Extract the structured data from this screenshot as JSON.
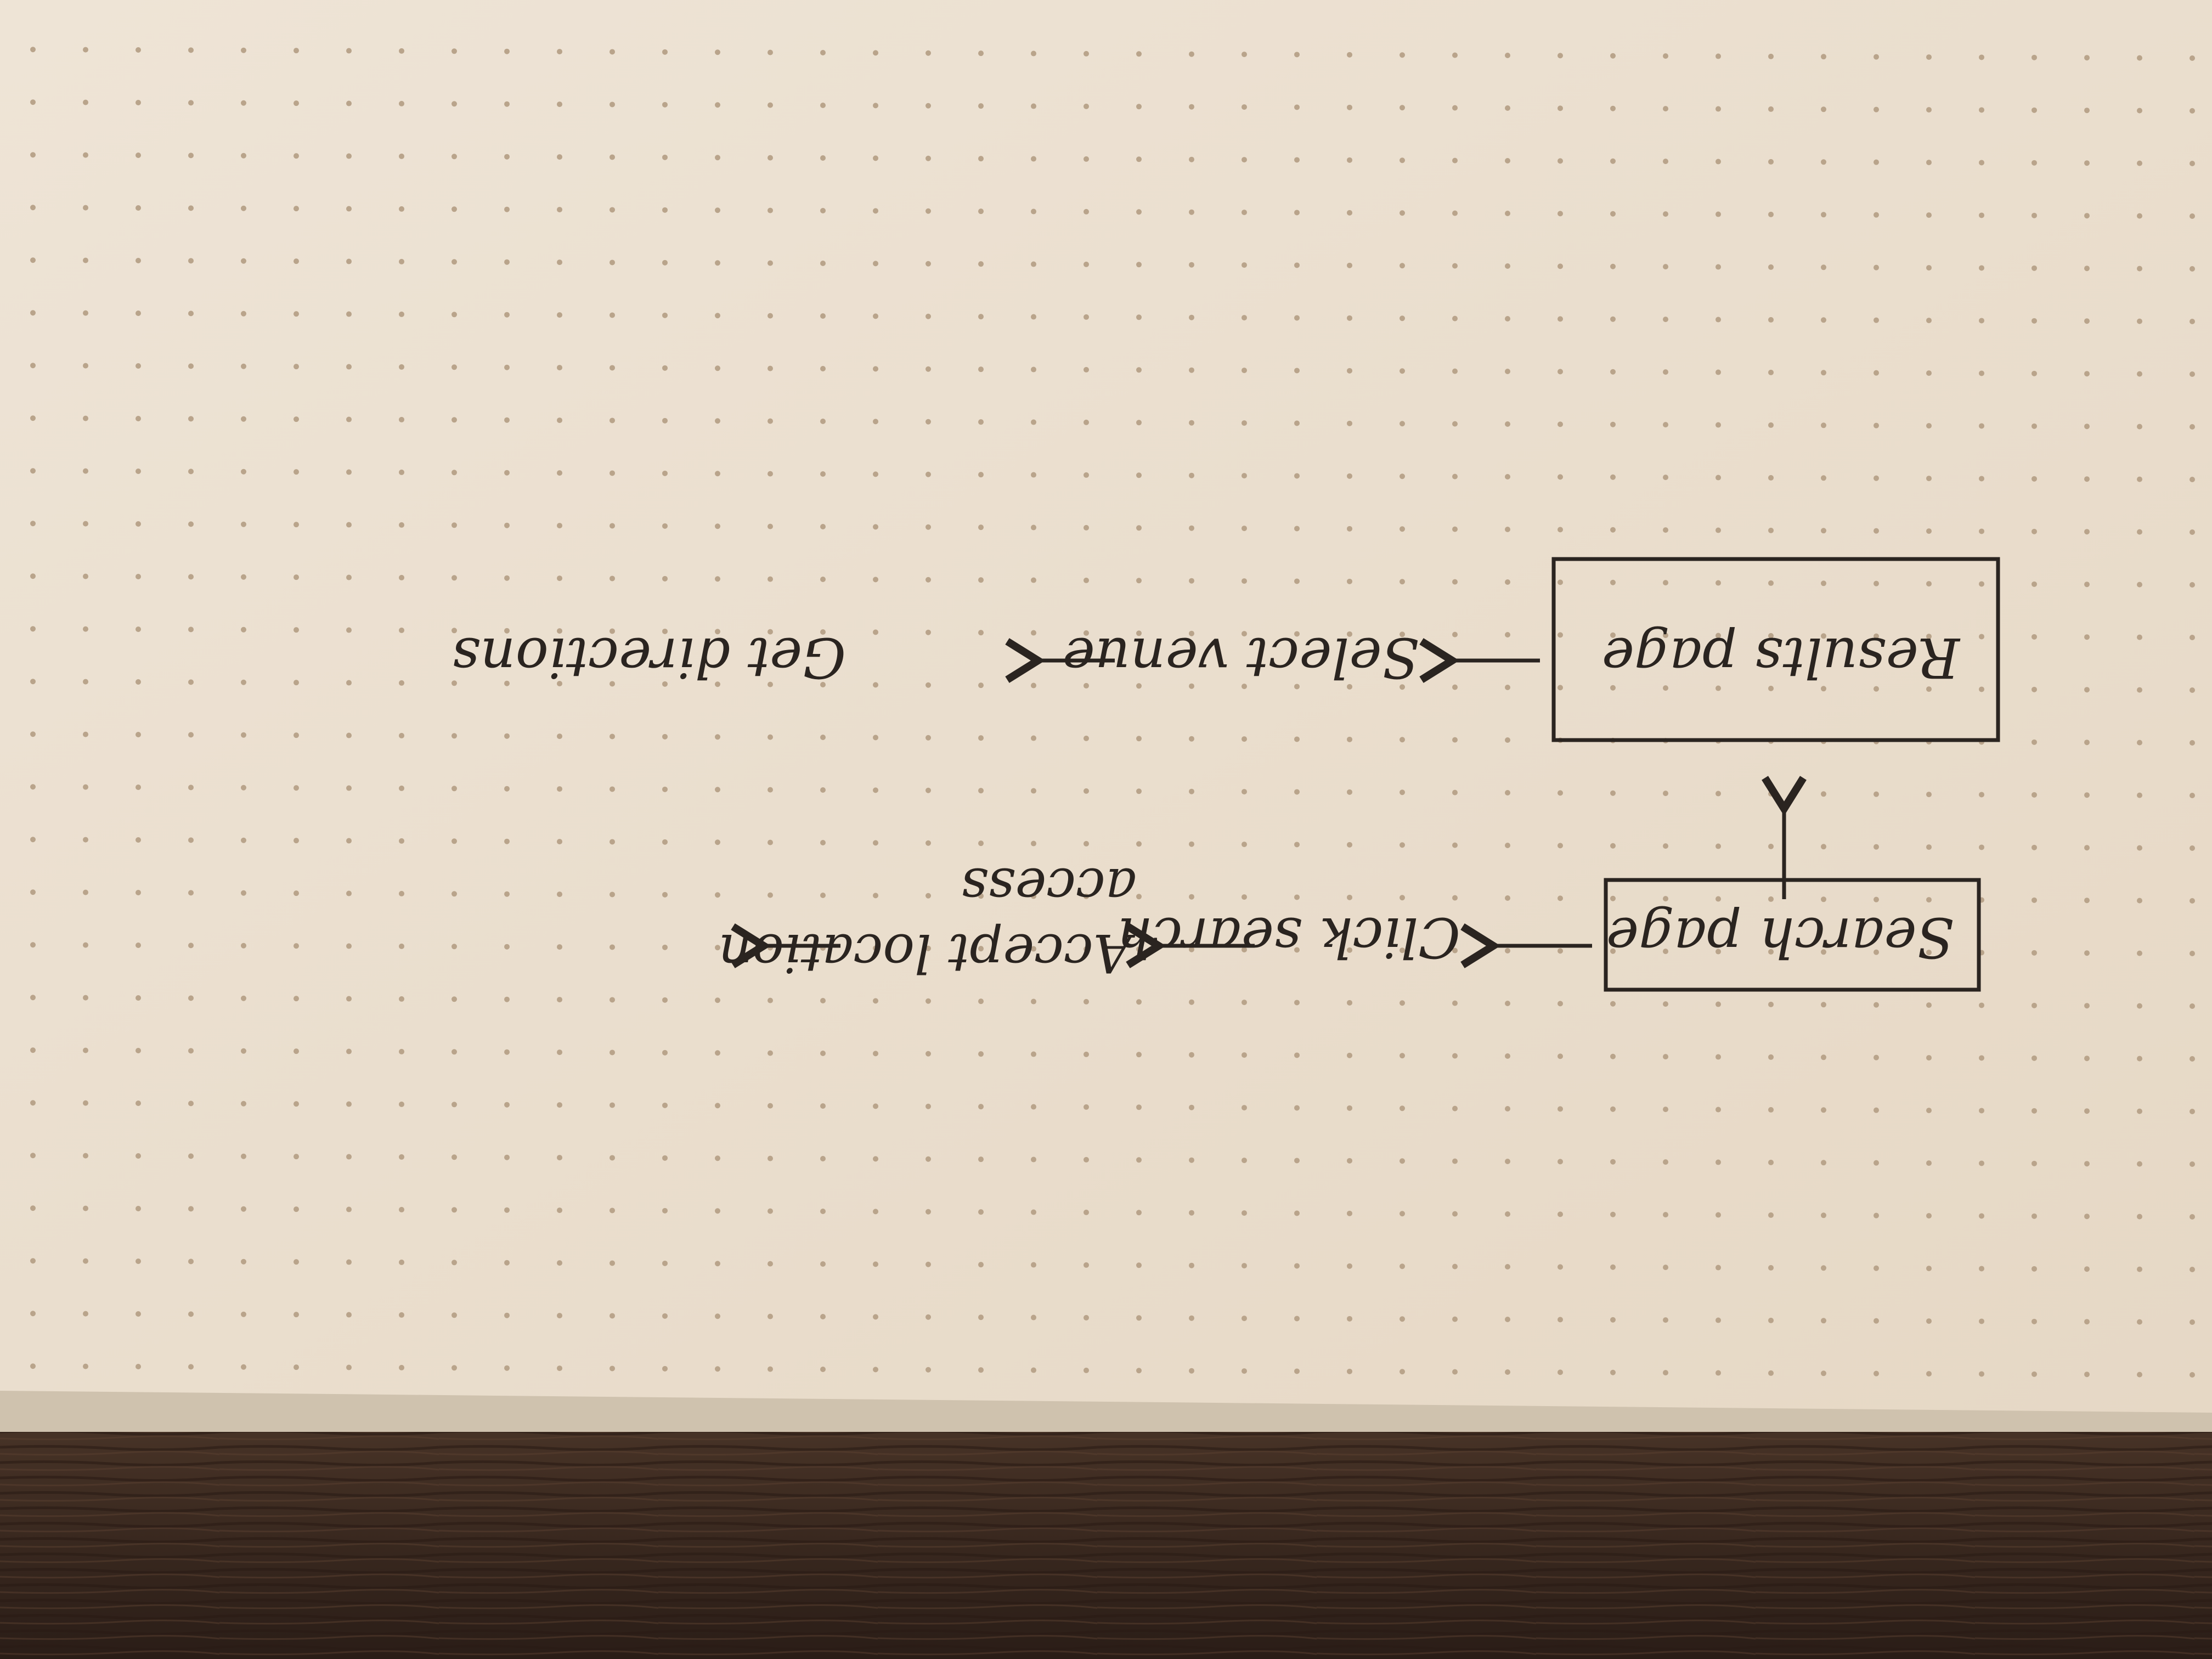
{
  "photo": {
    "paper_color": "#ece1d2",
    "paper_shadow_color": "#d9cab5",
    "dot_color": "#b9a48b",
    "ink_color": "#2a2420",
    "desk_color": "#3a2a22",
    "orientation": "upside-down"
  },
  "flow": {
    "search_page": "Search page",
    "click_search": "Click search",
    "accept_location_line1": "Accept location",
    "accept_location_line2": "access",
    "results_page": "Results page",
    "select_venue": "Select venue",
    "get_directions": "Get directions"
  }
}
